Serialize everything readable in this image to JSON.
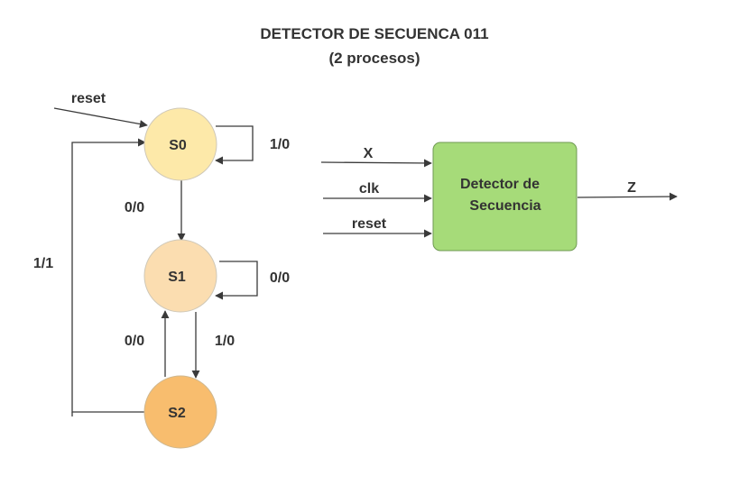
{
  "title": {
    "line1": "DETECTOR DE SECUENCA 011",
    "line2": "(2 procesos)"
  },
  "states": [
    {
      "id": "S0",
      "label": "S0",
      "color": "#FDE9A9"
    },
    {
      "id": "S1",
      "label": "S1",
      "color": "#FBDDB0"
    },
    {
      "id": "S2",
      "label": "S2",
      "color": "#F8BD6E"
    }
  ],
  "transitions": [
    {
      "from": "reset",
      "to": "S0",
      "label": "reset"
    },
    {
      "from": "S0",
      "to": "S0",
      "label": "1/0"
    },
    {
      "from": "S0",
      "to": "S1",
      "label": "0/0"
    },
    {
      "from": "S1",
      "to": "S1",
      "label": "0/0"
    },
    {
      "from": "S1",
      "to": "S2",
      "label": "1/0"
    },
    {
      "from": "S2",
      "to": "S1",
      "label": "0/0"
    },
    {
      "from": "S2",
      "to": "S0",
      "label": "1/1"
    }
  ],
  "block": {
    "label_line1": "Detector de",
    "label_line2": "Secuencia",
    "color": "#A6DB79",
    "inputs": [
      "X",
      "clk",
      "reset"
    ],
    "output": "Z"
  }
}
